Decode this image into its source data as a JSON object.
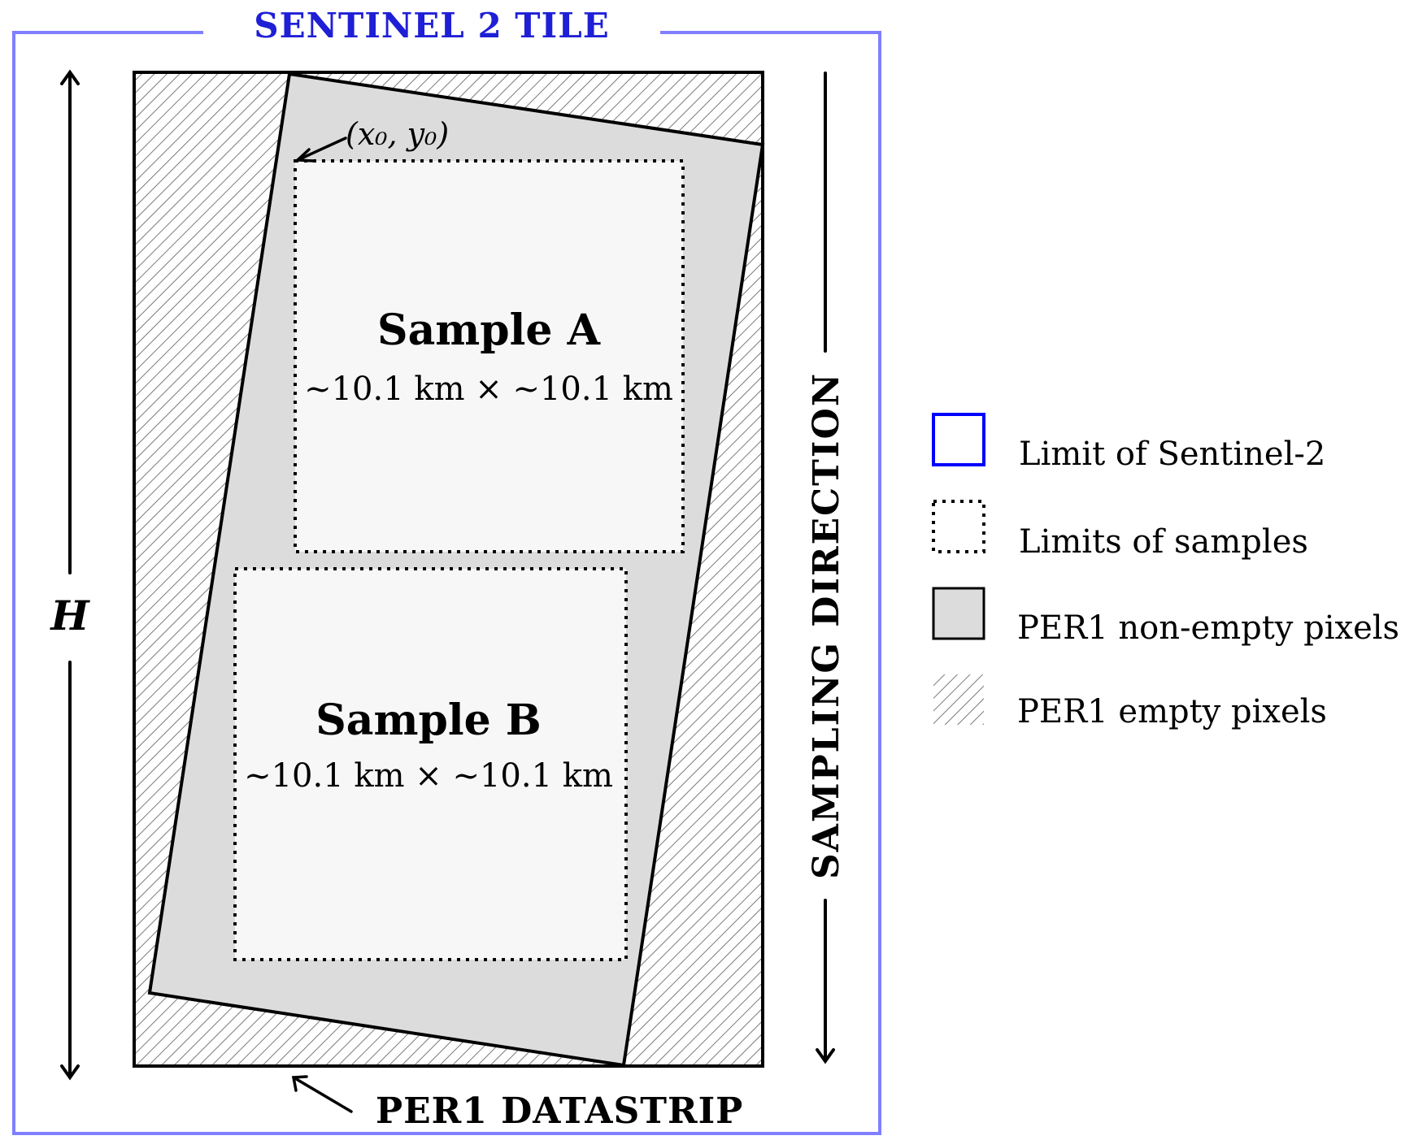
{
  "tile": {
    "title": "SENTINEL 2 TILE",
    "border_color": "#7f7fff",
    "title_color": "#1f1fd6"
  },
  "height_label": "H",
  "direction_label": "SAMPLING DIRECTION",
  "datastrip_label": "PER1 DATASTRIP",
  "origin_label": "(x₀, y₀)",
  "sample_a": {
    "name": "Sample A",
    "size": "~10.1 km × ~10.1 km"
  },
  "sample_b": {
    "name": "Sample B",
    "size": "~10.1 km × ~10.1 km"
  },
  "legend": {
    "items": [
      {
        "label": "Limit of Sentinel-2",
        "icon": "blue-square-outline"
      },
      {
        "label": "Limits of samples",
        "icon": "dotted-square-outline"
      },
      {
        "label": "PER1 non-empty pixels",
        "icon": "grey-filled-square"
      },
      {
        "label": "PER1 empty pixels",
        "icon": "hatched-square"
      }
    ]
  },
  "colors": {
    "non_empty_fill": "#dcdcdc",
    "sample_fill": "#f7f7f7",
    "hatch_stroke": "#7a7a7a",
    "legend_blue": "#0000ff"
  }
}
